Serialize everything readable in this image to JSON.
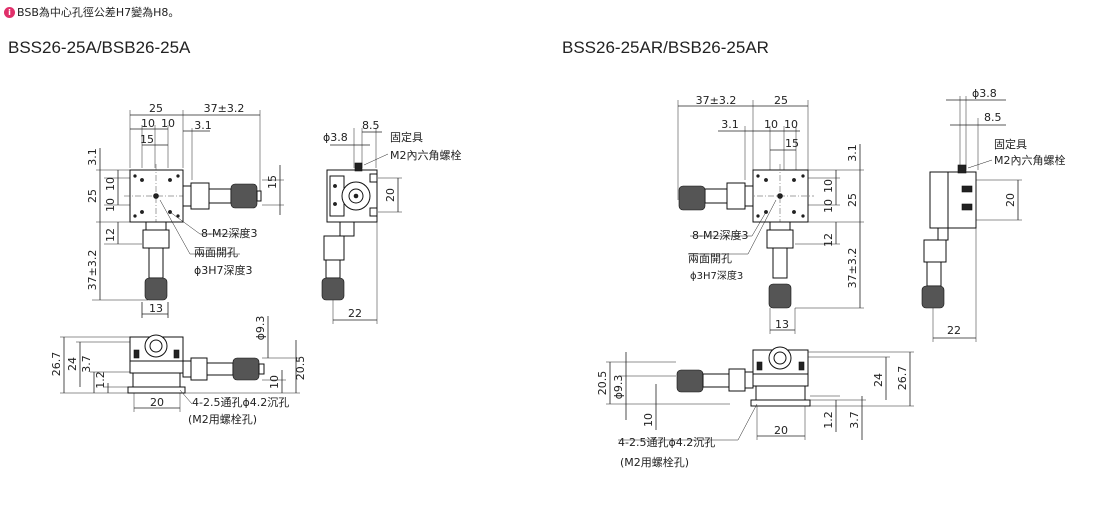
{
  "note": {
    "icon": "info-icon",
    "text": "BSB為中心孔徑公差H7變為H8。"
  },
  "left": {
    "model_title": "BSS26-25A/BSB26-25A",
    "top_dims": [
      "25",
      "37±3.2",
      "10",
      "10",
      "3.1",
      "15"
    ],
    "left_dims": [
      "3.1",
      "25",
      "10",
      "10",
      "12",
      "37±3.2"
    ],
    "right_dims": [
      "15"
    ],
    "bottom_dims": [
      "13"
    ],
    "hole_note": "8-M2深度3",
    "through_label": "兩面開孔",
    "bore_label": "ϕ3H7深度3",
    "side_dims": [
      "ϕ3.8",
      "8.5",
      "20",
      "22"
    ],
    "fixing_label": "固定具",
    "screw_label": "M2內六角螺栓",
    "front_dims": [
      "26.7",
      "24",
      "3.7",
      "1.2",
      "ϕ9.3",
      "10",
      "20.5",
      "20"
    ],
    "mount_hole_label": "4-2.5通孔ϕ4.2沉孔",
    "mount_screw_label": "(M2用螺栓孔)"
  },
  "right": {
    "model_title": "BSS26-25AR/BSB26-25AR",
    "top_dims": [
      "37±3.2",
      "25",
      "3.1",
      "10",
      "10",
      "15"
    ],
    "right_dims": [
      "3.1",
      "10",
      "10",
      "25",
      "12",
      "37±3.2"
    ],
    "bottom_dims": [
      "13"
    ],
    "hole_note": "8-M2深度3",
    "through_label": "兩面開孔",
    "bore_label": "ϕ3H7深度3",
    "side_dims": [
      "ϕ3.8",
      "8.5",
      "20",
      "22"
    ],
    "fixing_label": "固定具",
    "screw_label": "M2內六角螺栓",
    "front_dims": [
      "20.5",
      "ϕ9.3",
      "10",
      "24",
      "26.7",
      "1.2",
      "3.7",
      "20"
    ],
    "mount_hole_label": "4-2.5通孔ϕ4.2沉孔",
    "mount_screw_label": "(M2用螺栓孔)"
  }
}
